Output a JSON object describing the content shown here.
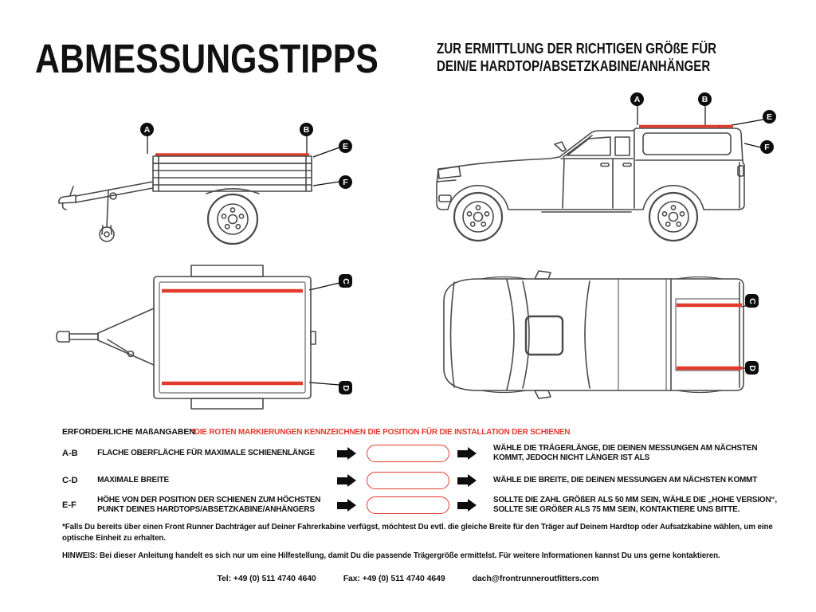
{
  "colors": {
    "accent_red": "#e23b2e",
    "ink": "#111111",
    "line_art_gray": "#4a4a4a"
  },
  "header": {
    "title": "ABMESSUNGSTIPPS",
    "subtitle_lines": [
      "ZUR ERMITTLUNG DER RICHTIGEN GRÖßE FÜR",
      "DEIN/E HARDTOP/ABSETZKABINE/ANHÄNGER"
    ]
  },
  "diagrams": {
    "labels": {
      "a": "A",
      "b": "B",
      "c": "C",
      "d": "D",
      "e": "E",
      "f": "F"
    }
  },
  "measurements": {
    "heading": "ERFORDERLICHE MAßANGABEN",
    "note": "*DIE ROTEN MARKIERUNGEN KENNZEICHNEN DIE POSITION FÜR DIE INSTALLATION DER SCHIENEN",
    "rows": [
      {
        "code": "A-B",
        "description": "FLACHE OBERFLÄCHE FÜR MAXIMALE SCHIENENLÄNGE",
        "result": "WÄHLE DIE TRÄGERLÄNGE, DIE DEINEN MESSUNGEN AM NÄCHSTEN KOMMT, JEDOCH NICHT LÄNGER IST ALS"
      },
      {
        "code": "C-D",
        "description": "MAXIMALE BREITE",
        "result": "WÄHLE DIE BREITE, DIE DEINEN MESSUNGEN AM NÄCHSTEN KOMMT"
      },
      {
        "code": "E-F",
        "description": "HÖHE VON DER POSITION DER SCHIENEN ZUM HÖCHSTEN PUNKT DEINES HARDTOPS/ABSETZKABINE/ANHÄNGERS",
        "result": "SOLLTE DIE ZAHL GRÖßER ALS 50 MM SEIN, WÄHLE DIE „HOHE VERSION“, SOLLTE SIE GRÖßER ALS 75 MM SEIN, KONTAKTIERE UNS BITTE."
      }
    ]
  },
  "footnotes": {
    "asterisk": "*Falls Du bereits über einen Front Runner Dachträger auf Deiner Fahrerkabine verfügst, möchtest Du evtl. die gleiche Breite für den Träger auf Deinem Hardtop oder Aufsatzkabine wählen, um eine optische Einheit zu erhalten.",
    "hinweis": "HINWEIS: Bei dieser Anleitung handelt es sich nur um eine Hilfestellung, damit Du die passende Trägergröße ermittelst. Für weitere Informationen kannst Du uns gerne kontaktieren."
  },
  "contact": {
    "tel": "Tel: +49 (0) 511 4740 4640",
    "fax": "Fax: +49 (0) 511 4740 4649",
    "email": "dach@frontrunneroutfitters.com"
  }
}
